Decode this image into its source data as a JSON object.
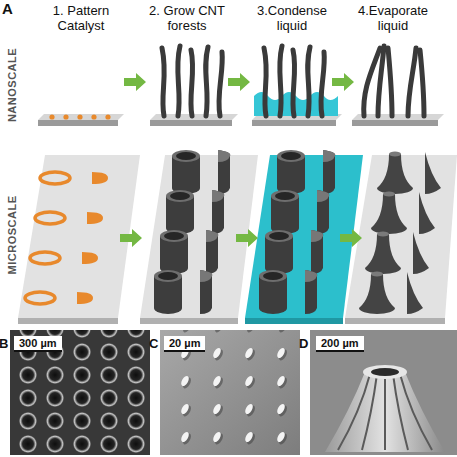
{
  "diagram": {
    "nodes": [
      {
        "text": [
          "B"
        ]
      },
      {
        "text": [
          "300 µm"
        ],
        "in": 0
      },
      {
        "text": [
          "C"
        ]
      },
      {
        "text": [
          "20 µm"
        ],
        "in": 2
      },
      {
        "text": [
          "D"
        ]
      },
      {
        "text": [
          "200 µm"
        ],
        "in": 4
      }
    ],
    "labels": [
      "A",
      "1. Pattern Catalyst",
      "2. Grow CNT forests",
      "3.Condense liquid",
      "4.Evaporate liquid",
      "NANOSCALE",
      "MICROSCALE"
    ]
  }
}
